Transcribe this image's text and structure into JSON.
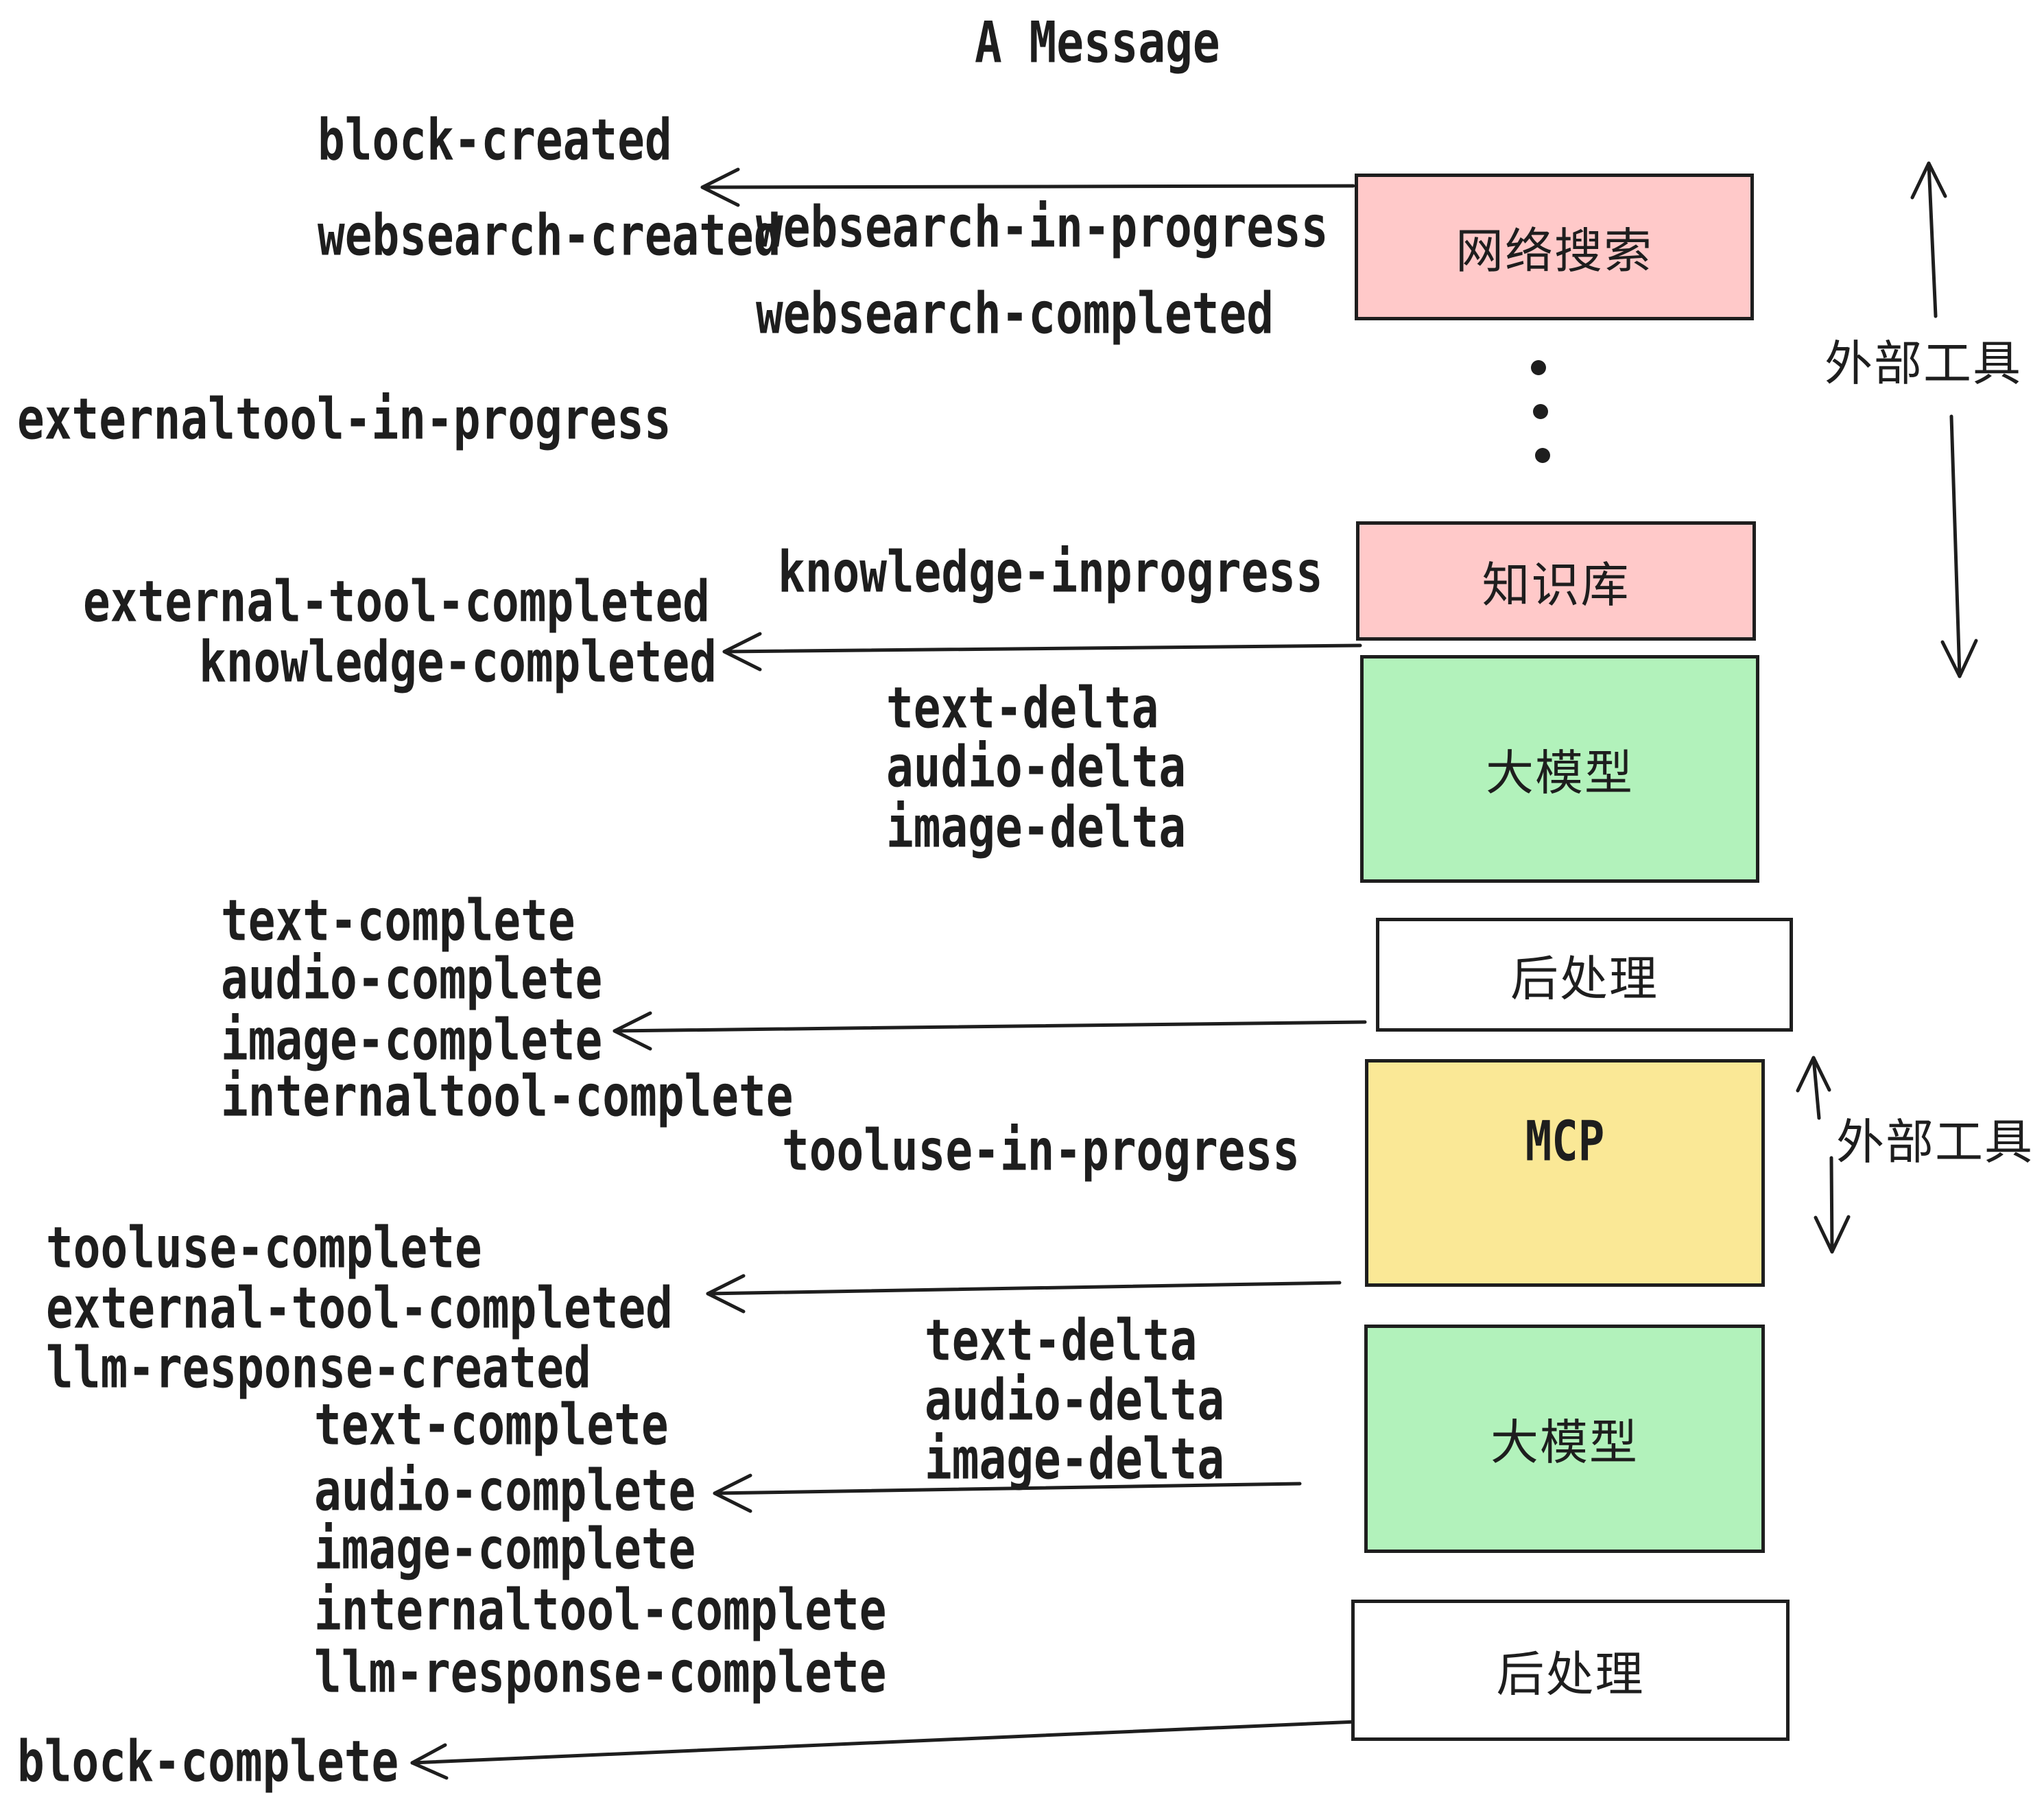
{
  "title": "A Message",
  "events": {
    "block_created": "block-created",
    "websearch_created": "websearch-created",
    "websearch_in_progress": "websearch-in-progress",
    "websearch_completed": "websearch-completed",
    "externaltool_in_progress": "externaltool-in-progress",
    "knowledge_inprogress": "knowledge-inprogress",
    "external_tool_completed": "external-tool-completed",
    "knowledge_completed": "knowledge-completed",
    "text_delta": "text-delta",
    "audio_delta": "audio-delta",
    "image_delta": "image-delta",
    "text_complete": "text-complete",
    "audio_complete": "audio-complete",
    "image_complete": "image-complete",
    "internaltool_complete": "internaltool-complete",
    "tooluse_in_progress": "tooluse-in-progress",
    "tooluse_complete": "tooluse-complete",
    "llm_response_created": "llm-response-created",
    "llm_response_complete": "llm-response-complete",
    "block_complete": "block-complete"
  },
  "boxes": {
    "websearch": {
      "label": "网络搜索",
      "fill": "#ffc9c9"
    },
    "knowledge": {
      "label": "知识库",
      "fill": "#ffc9c9"
    },
    "llm": {
      "label": "大模型",
      "fill": "#b2f2bb"
    },
    "postprocess": {
      "label": "后处理",
      "fill": "#ffffff"
    },
    "mcp": {
      "label": "MCP",
      "fill": "#fae896"
    }
  },
  "annotations": {
    "external_tools": "外部工具"
  },
  "colors": {
    "stroke": "#1e1e1e",
    "background": "#ffffff",
    "pink": "#ffc9c9",
    "green": "#b2f2bb",
    "yellow": "#fae896"
  }
}
